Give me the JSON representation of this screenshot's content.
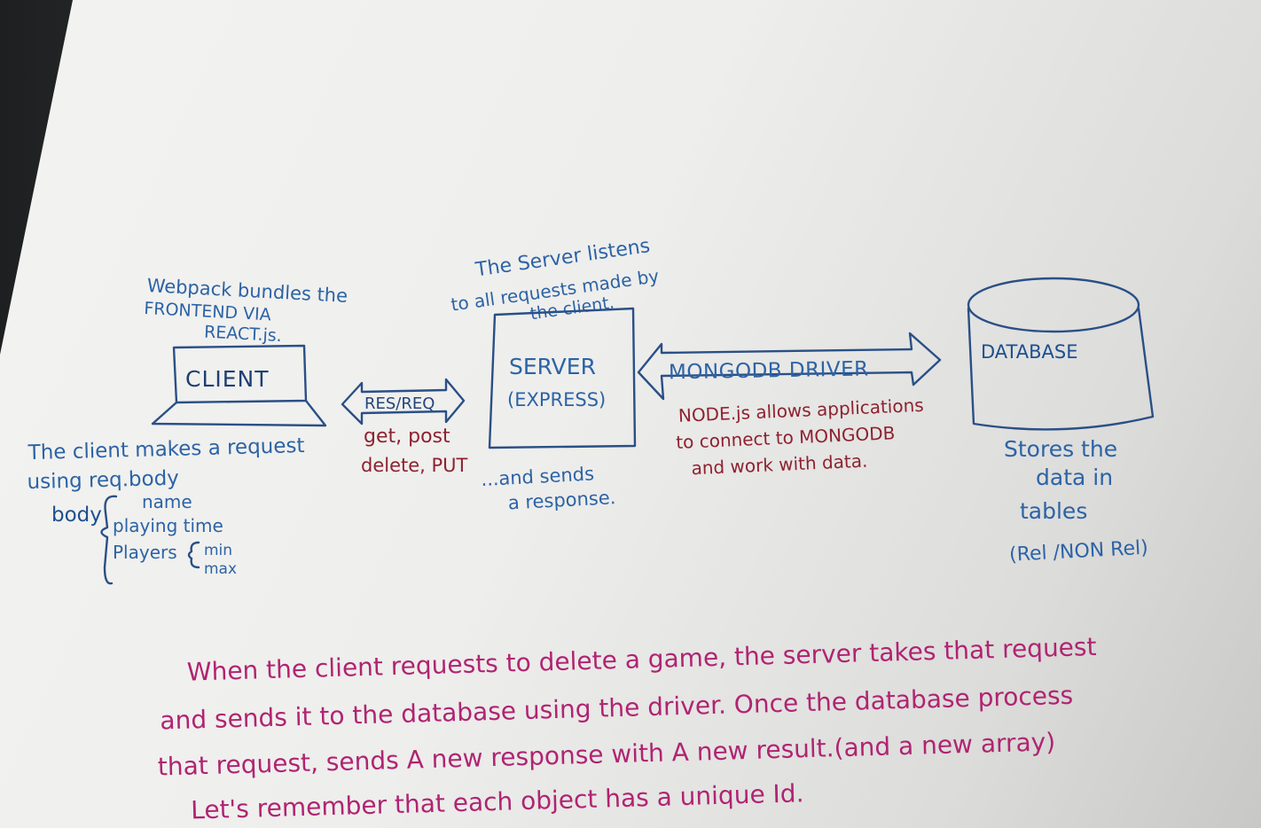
{
  "client": {
    "note_lines": [
      "Webpack bundles the",
      "FRONTEND VIA",
      "REACT.js."
    ],
    "label": "CLIENT",
    "request_lines": [
      "The client makes a request",
      "using req.body"
    ],
    "body_label": "body",
    "body_fields": [
      "name",
      "playing time",
      "Players"
    ],
    "players_sub": [
      "min",
      "max"
    ]
  },
  "res_req": {
    "label": "RES/REQ",
    "methods_lines": [
      "get, post",
      "delete, PUT"
    ]
  },
  "server": {
    "note_lines": [
      "The Server listens",
      "to all requests made by",
      "the client."
    ],
    "label": "SERVER",
    "sub": "(EXPRESS)",
    "response_lines": [
      "...and sends",
      "a response."
    ]
  },
  "driver": {
    "label": "MONGODB DRIVER",
    "note_lines": [
      "NODE.js allows applications",
      "to connect to MONGODB",
      "and work with data."
    ]
  },
  "database": {
    "label": "DATABASE",
    "note_lines": [
      "Stores the",
      "data in",
      "tables",
      "(Rel /NON Rel)"
    ]
  },
  "summary_lines": [
    "When the client requests to delete a game, the server takes that request",
    "and sends it to the database using the driver. Once the database process",
    "that request, sends A new response with A new result.(and a new array)",
    "Let's remember that each object has a unique Id."
  ],
  "colors": {
    "blue_ink": "#2c63a6",
    "navy_ink": "#2a4f86",
    "red_ink": "#8e2230",
    "magenta_ink": "#b02472"
  }
}
